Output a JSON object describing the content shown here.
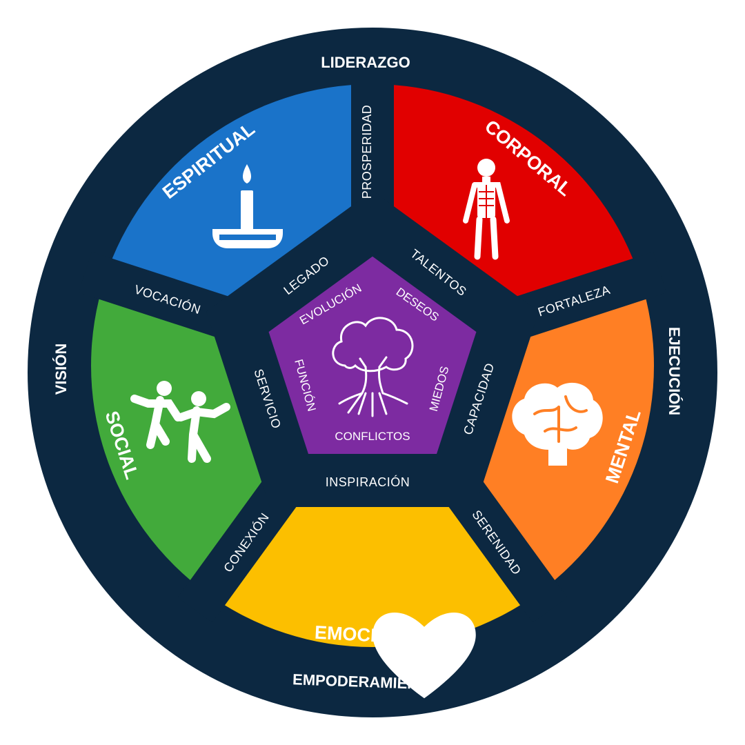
{
  "colors": {
    "navy": "#0c2841",
    "espiritual": "#1a73c9",
    "corporal": "#e10000",
    "mental": "#ff7f24",
    "emocional": "#fcbf00",
    "social": "#42aa3b",
    "center": "#7d2ba1"
  },
  "ring_labels": {
    "top": "LIDERAZGO",
    "right": "EJECUCIÓN",
    "bottom": "EMPODERAMIENTO",
    "left": "VISIÓN"
  },
  "segments": {
    "espiritual": "ESPIRITUAL",
    "corporal": "CORPORAL",
    "mental": "MENTAL",
    "emocional": "EMOCIONAL",
    "social": "SOCIAL"
  },
  "gap_labels": {
    "prosperidad": "PROSPERIDAD",
    "talentos": "TALENTOS",
    "fortaleza": "FORTALEZA",
    "capacidad": "CAPACIDAD",
    "serenidad": "SERENIDAD",
    "inspiracion": "INSPIRACIÓN",
    "conexion": "CONEXIÓN",
    "servicio": "SERVICIO",
    "vocacion": "VOCACIÓN",
    "legado": "LEGADO"
  },
  "center_labels": {
    "evolucion": "EVOLUCIÓN",
    "deseos": "DESEOS",
    "miedos": "MIEDOS",
    "conflictos": "CONFLICTOS",
    "funcion": "FUNCIÓN"
  },
  "icons": {
    "espiritual": "candle-icon",
    "corporal": "skeleton-icon",
    "mental": "brain-icon",
    "emocional": "heartbeat-icon",
    "social": "dancers-icon",
    "center": "tree-icon"
  }
}
